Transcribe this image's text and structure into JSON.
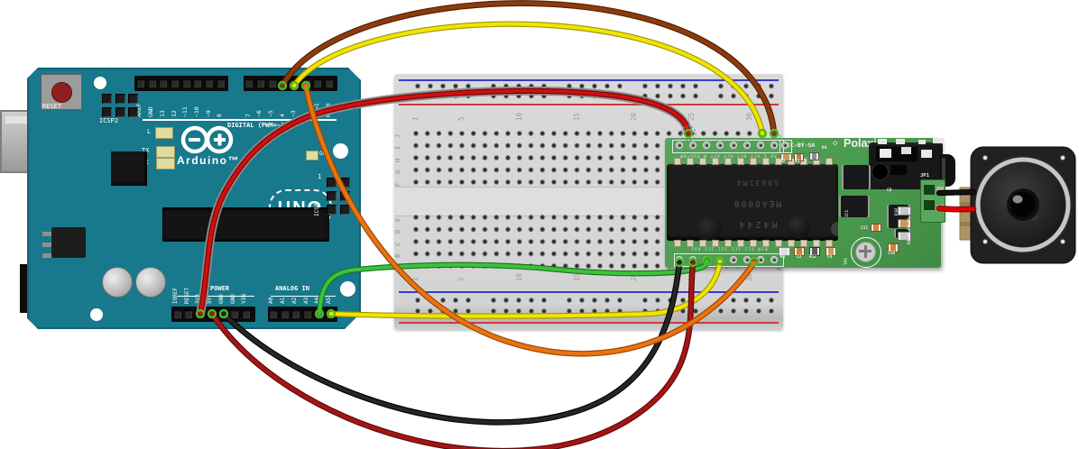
{
  "diagram": {
    "style": "fritzing-breadboard-view"
  },
  "colors": {
    "arduino_teal": "#17798b",
    "breadboard_gray": "#d7d7d7",
    "pcb_green": "#4a9a4e",
    "rail_red": "#cc3a3a",
    "rail_blue": "#3a3acc",
    "connection_ring": "#4db82a"
  },
  "arduino": {
    "brand": "Arduino™",
    "model": "UNO",
    "reset_button": "RESET",
    "icsp2_label": "ICSP2",
    "icsp_label": "ICSP",
    "icsp_pin1": "1",
    "on_led": "ON",
    "led_l": "L",
    "led_tx": "TX",
    "led_rx": "RX",
    "digital_caption": "DIGITAL (PWM=~)",
    "digital_pins_left": [
      "AREF",
      "GND",
      "13",
      "12",
      "~11",
      "~10",
      "~9",
      "8"
    ],
    "digital_pins_right": [
      "7",
      "~6",
      "~5",
      "4",
      "~3",
      "2",
      "TX→1",
      "RX←0"
    ],
    "power_caption": "POWER",
    "power_pins": [
      "IOREF",
      "RESET",
      "3V3",
      "5V",
      "GND",
      "GND",
      "VIN"
    ],
    "analog_caption": "ANALOG IN",
    "analog_pins": [
      "A0",
      "A1",
      "A2",
      "A3",
      "A4",
      "A5"
    ]
  },
  "breadboard": {
    "row_letters_top": [
      "J",
      "I",
      "H",
      "G",
      "F"
    ],
    "row_letters_bottom": [
      "E",
      "D",
      "C",
      "B",
      "A"
    ],
    "column_numbers": [
      "1",
      "5",
      "10",
      "15",
      "20",
      "25",
      "30"
    ]
  },
  "pcb": {
    "license": "CC-BY-SA",
    "diamond": "◇",
    "brand": "Polaxis",
    "chip_lines": [
      "M4244",
      "MEA8000",
      "G8631M4"
    ],
    "top_silk": "A0 1 ACT ACT ACT ACT M EUST0M",
    "bottom_silk": "B1M 1C1 1C1 1C1 1C1 8A1",
    "jp1_label": "JP1",
    "component_labels": [
      "R2",
      "R3",
      "R4",
      "IC1",
      "C8",
      "R10",
      "R1",
      "C2",
      "R12",
      "C4",
      "C11",
      "TP1",
      "C20"
    ],
    "edge_labels": "R8 C4 R7 C0"
  },
  "speaker": {
    "wire_colors": [
      "black",
      "red"
    ]
  },
  "wires": [
    {
      "name": "a4-to-polaxis",
      "label": "green",
      "color": "#3cc23c",
      "edge": "#1c711c",
      "w": 4,
      "from": "arduino-a4",
      "to": "polaxis-bottom-pin-3"
    },
    {
      "name": "a5-to-polaxis",
      "label": "yellow",
      "color": "#f2e400",
      "edge": "#a09600",
      "w": 4,
      "from": "arduino-a5",
      "to": "polaxis-bottom-pin-4"
    },
    {
      "name": "gnd-to-polaxis",
      "label": "black",
      "color": "#262626",
      "edge": "#000000",
      "w": 4.2,
      "from": "arduino-gnd",
      "to": "polaxis-bottom-pin-1"
    },
    {
      "name": "5v-to-polaxis",
      "label": "dark-red",
      "color": "#a51515",
      "edge": "#5c0a0a",
      "w": 4.2,
      "from": "arduino-5v",
      "to": "polaxis-bottom-pin-2"
    },
    {
      "name": "3v3-to-breadboard",
      "label": "red",
      "color": "#d01010",
      "edge": "#7c0000",
      "w": 3.8,
      "selected": true,
      "from": "arduino-3v3",
      "to": "breadboard-row-j"
    },
    {
      "name": "d2-to-polaxis",
      "label": "orange",
      "color": "#e8740e",
      "edge": "#9c4506",
      "w": 4.2,
      "from": "arduino-digital-2",
      "to": "polaxis-bottom-pin-6"
    },
    {
      "name": "d3-to-breadboard",
      "label": "yellow",
      "color": "#f2e400",
      "edge": "#a09600",
      "w": 4,
      "from": "arduino-digital-3",
      "to": "breadboard-row-j"
    },
    {
      "name": "d4-to-breadboard",
      "label": "brown",
      "color": "#8a3c0e",
      "edge": "#541f05",
      "w": 4.5,
      "from": "arduino-digital-4",
      "to": "breadboard-row-j"
    },
    {
      "name": "speaker-black",
      "label": "black",
      "color": "#141414",
      "edge": "#000000",
      "w": 4,
      "from": "jp1-terminal",
      "to": "speaker"
    },
    {
      "name": "speaker-red",
      "label": "red",
      "color": "#e00000",
      "edge": "#8e0000",
      "w": 4.2,
      "from": "jp1-terminal",
      "to": "speaker"
    }
  ]
}
